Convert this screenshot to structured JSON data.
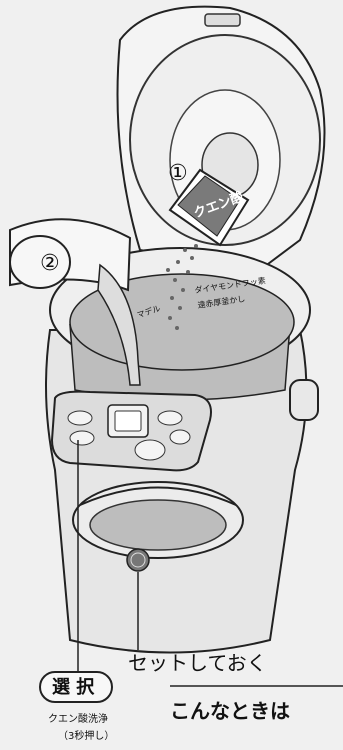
{
  "labels": {
    "step1": "①",
    "step2": "②",
    "packet": "クエン酸",
    "inner_marking_1": "ダイヤモンドフッ素",
    "inner_marking_2": "遠赤厚釜かし",
    "inner_left_marking": "マデル",
    "set_note": "セットしておく",
    "select_button": "選 択",
    "mode_line1": "クエン酸洗浄",
    "mode_line2": "（3秒押し）",
    "bottom_heading": "こんなときは"
  }
}
